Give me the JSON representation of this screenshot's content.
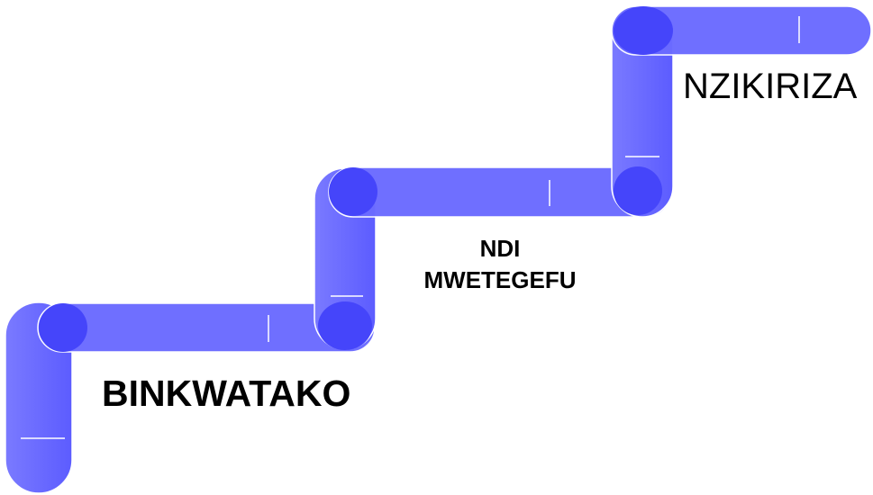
{
  "diagram": {
    "type": "staircase",
    "ribbon_color": "#6b6bff",
    "roll_end_color": "#4040f8",
    "steps": [
      {
        "id": "step-1",
        "label": "BINKWATAKO"
      },
      {
        "id": "step-2",
        "label": "NDI\nMWETEGEFU"
      },
      {
        "id": "step-3",
        "label": "NZIKIRIZA"
      }
    ]
  }
}
